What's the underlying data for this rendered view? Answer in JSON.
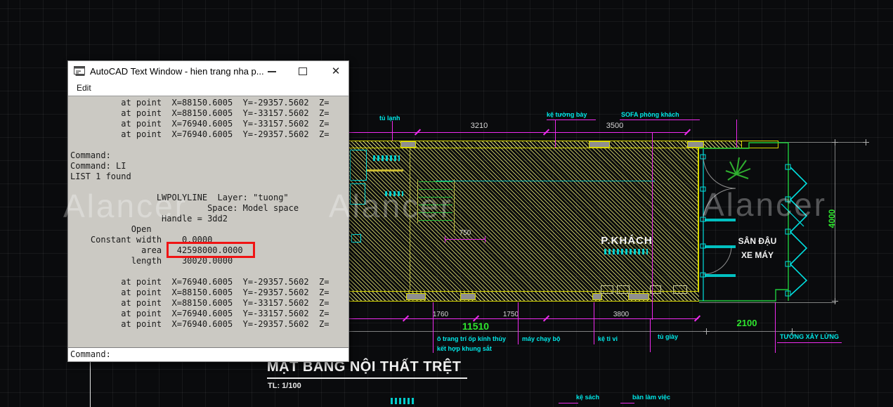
{
  "watermark": {
    "text": "Alancer"
  },
  "window": {
    "title": "AutoCAD Text Window - hien trang nha p...",
    "menu": {
      "edit": "Edit"
    },
    "controls": {
      "close": "✕"
    },
    "body_lines": [
      "          at point  X=88150.6005  Y=-29357.5602  Z=",
      "          at point  X=88150.6005  Y=-33157.5602  Z=",
      "          at point  X=76940.6005  Y=-33157.5602  Z=",
      "          at point  X=76940.6005  Y=-29357.5602  Z=",
      "",
      "Command:",
      "Command: LI",
      "LIST 1 found",
      "",
      "                 LWPOLYLINE  Layer: \"tuong\"",
      "                           Space: Model space",
      "                  Handle = 3dd2",
      "            Open",
      "    Constant width    0.0000",
      "              area   42598000.0000",
      "            length    30020.0000",
      "",
      "          at point  X=76940.6005  Y=-29357.5602  Z=",
      "          at point  X=88150.6005  Y=-29357.5602  Z=",
      "          at point  X=88150.6005  Y=-33157.5602  Z=",
      "          at point  X=76940.6005  Y=-33157.5602  Z=",
      "          at point  X=76940.6005  Y=-29357.5602  Z="
    ],
    "highlight_value": "42598000.0000",
    "command_prompt": "Command:"
  },
  "drawing": {
    "dimensions": {
      "top": [
        "3210",
        "3500"
      ],
      "bottom": [
        "1760",
        "1750",
        "3800"
      ],
      "total_bottom": "11510",
      "right_bottom": "2100",
      "right_side": "4000",
      "inner": "750"
    },
    "rooms": {
      "living": "P.KHÁCH",
      "yard_line1": "SÂN ĐẬU",
      "yard_line2": "XE MÁY"
    },
    "labels": {
      "tu_lanh": "tủ lạnh",
      "ke_tuong_bay": "kệ tường bày",
      "sofa": "SOFA phòng khách",
      "o_trang_tri_1": "ô trang trí ốp kính thủy",
      "o_trang_tri_2": "kết hợp khung sắt",
      "may_chay_bo": "máy chạy bộ",
      "ke_ti_vi": "kệ ti vi",
      "tu_giay": "tủ giày",
      "tuong_xay_lung": "TƯỜNG XÂY LỬNG",
      "ke_sach": "kệ sách",
      "ban_lam_viec": "bàn làm việc"
    },
    "title_block": {
      "title": "MẶT BẰNG NỘI THẤT TRỆT",
      "scale": "TL: 1/100"
    }
  },
  "colors": {
    "dim_magenta": "#ee2bee",
    "label_cyan": "#00e8e8",
    "accent_green": "#2ee62e",
    "wall_yellow": "#d8d800",
    "highlight_red": "#f01414"
  }
}
